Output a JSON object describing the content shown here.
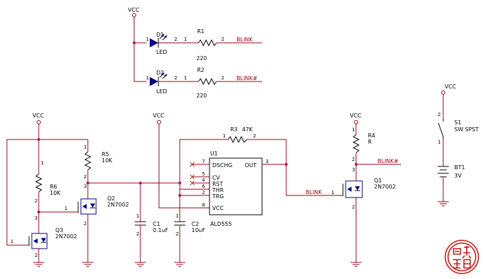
{
  "power": {
    "vcc": "VCC"
  },
  "nets": {
    "blink": "BLINK",
    "blink_n": "BLINK#"
  },
  "components": {
    "d1": {
      "ref": "D1",
      "value": "LED"
    },
    "d2": {
      "ref": "D2",
      "value": "LED"
    },
    "r1": {
      "ref": "R1",
      "value": "220"
    },
    "r2": {
      "ref": "R2",
      "value": "220"
    },
    "r3": {
      "ref": "R3",
      "value": "47K"
    },
    "r4": {
      "ref": "R4",
      "value": "R"
    },
    "r5": {
      "ref": "R5",
      "value": "10K"
    },
    "r6": {
      "ref": "R6",
      "value": "10K"
    },
    "q1": {
      "ref": "Q1",
      "value": "2N7002"
    },
    "q2": {
      "ref": "Q2",
      "value": "2N7002"
    },
    "q3": {
      "ref": "Q3",
      "value": "2N7002"
    },
    "c1": {
      "ref": "C1",
      "value": "0.1uF"
    },
    "c2": {
      "ref": "C2",
      "value": "10uF"
    },
    "u1": {
      "ref": "U1",
      "value": "ALD555"
    },
    "s1": {
      "ref": "S1",
      "value": "SW SPST"
    },
    "bt1": {
      "ref": "BT1",
      "value": "3V"
    }
  },
  "u1_pins": {
    "dschg": "DSCHG",
    "out": "OUT",
    "cv": "CV",
    "rst": "RST",
    "thr": "THR",
    "trg": "TRG",
    "vcc": "VCC",
    "n7": "7",
    "n3": "3",
    "n5": "5",
    "n4": "4",
    "n6": "6",
    "n2": "2",
    "n8": "8"
  },
  "pin_numbers": {
    "one": "1",
    "two": "2",
    "three": "3"
  },
  "colors": {
    "wire": "#9a0012",
    "component": "#000000",
    "fill": "#000080",
    "junction": "#b0106a",
    "seal": "#c81818"
  }
}
